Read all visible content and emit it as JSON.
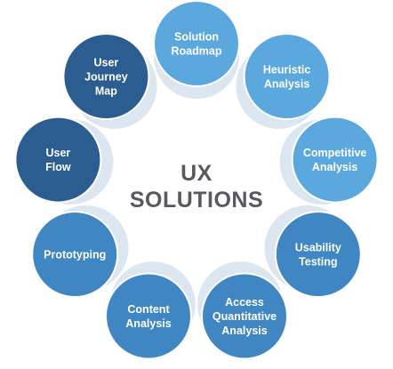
{
  "center": {
    "line1": "UX",
    "line2": "SOLUTIONS"
  },
  "colors": {
    "light": "#5ba8de",
    "mid": "#3f86c2",
    "dark": "#2b5d91",
    "ring": "#dce6f0",
    "text": "#555a61",
    "label": "#ffffff"
  },
  "nodes": [
    {
      "id": "solution-roadmap",
      "lines": [
        "Solution",
        "Roadmap"
      ],
      "shade": "light"
    },
    {
      "id": "heuristic-analysis",
      "lines": [
        "Heuristic",
        "Analysis"
      ],
      "shade": "light"
    },
    {
      "id": "competitive-analysis",
      "lines": [
        "Competitive",
        "Analysis"
      ],
      "shade": "light"
    },
    {
      "id": "usability-testing",
      "lines": [
        "Usability",
        "Testing"
      ],
      "shade": "mid"
    },
    {
      "id": "access-quantitative-analysis",
      "lines": [
        "Access",
        "Quantitative",
        "Analysis"
      ],
      "shade": "mid"
    },
    {
      "id": "content-analysis",
      "lines": [
        "Content",
        "Analysis"
      ],
      "shade": "mid"
    },
    {
      "id": "prototyping",
      "lines": [
        "Prototyping"
      ],
      "shade": "mid"
    },
    {
      "id": "user-flow",
      "lines": [
        "User",
        "Flow"
      ],
      "shade": "dark"
    },
    {
      "id": "user-journey-map",
      "lines": [
        "User",
        "Journey",
        "Map"
      ],
      "shade": "dark"
    }
  ]
}
